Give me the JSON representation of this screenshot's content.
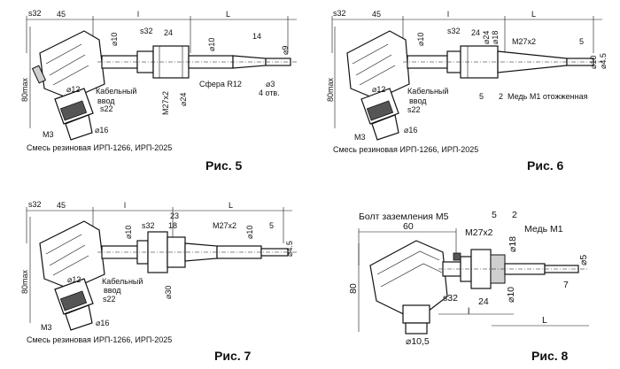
{
  "figures": [
    {
      "caption": "Рис. 5",
      "labels": {
        "s32_top": "s32",
        "d45": "45",
        "l": "l",
        "L": "L",
        "d10_a": "⌀10",
        "s32_mid": "s32",
        "d24_top": "24",
        "d10_b": "⌀10",
        "d14": "14",
        "d9": "⌀9",
        "d3": "⌀3",
        "holes": "4 отв.",
        "sphere": "Сфера R12",
        "d24_v": "⌀24",
        "thread": "M27x2",
        "d12": "⌀12",
        "cable": "Кабельный",
        "cable2": "ввод",
        "s22": "s22",
        "d16": "⌀16",
        "m3": "M3",
        "h80": "80max",
        "mix": "Смесь резиновая ИРП-1266, ИРП-2025"
      }
    },
    {
      "caption": "Рис. 6",
      "labels": {
        "s32_top": "s32",
        "d45": "45",
        "l": "l",
        "L": "L",
        "d10_a": "⌀10",
        "s32_mid": "s32",
        "d24_top": "24",
        "d24_v": "⌀24",
        "d18": "⌀18",
        "thread": "M27x2",
        "d5": "5",
        "d10_end": "⌀10",
        "d45_end": "⌀4.5",
        "dim5": "5",
        "dim2": "2",
        "copper": "Медь М1 отожженная",
        "d12": "⌀12",
        "cable": "Кабельный",
        "cable2": "ввод",
        "s22": "s22",
        "d16": "⌀16",
        "m3": "M3",
        "h80": "80max",
        "mix": "Смесь резиновая ИРП-1266, ИРП-2025"
      }
    },
    {
      "caption": "Рис. 7",
      "labels": {
        "s32_top": "s32",
        "d45": "45",
        "l": "l",
        "L": "L",
        "d10_a": "⌀10",
        "d23": "23",
        "s32_mid": "s32",
        "d18": "18",
        "thread": "M27x2",
        "d10_b": "⌀10",
        "d5": "5",
        "d45_end": "⌀4.5",
        "d30": "⌀30",
        "d12": "⌀12",
        "cable": "Кабельный",
        "cable2": "ввод",
        "s22": "s22",
        "d16": "⌀16",
        "m3": "M3",
        "h80": "80max",
        "mix": "Смесь резиновая ИРП-1266, ИРП-2025"
      }
    },
    {
      "caption": "Рис. 8",
      "labels": {
        "bolt": "Болт заземления M5",
        "d60": "60",
        "d5": "5",
        "d2": "2",
        "thread": "M27x2",
        "copper": "Медь М1",
        "d18": "⌀18",
        "d5_end": "⌀5",
        "d7": "7",
        "d10": "⌀10",
        "s32": "s32",
        "d24": "24",
        "l": "l",
        "L": "L",
        "h80": "80",
        "d105": "⌀10,5"
      }
    }
  ]
}
